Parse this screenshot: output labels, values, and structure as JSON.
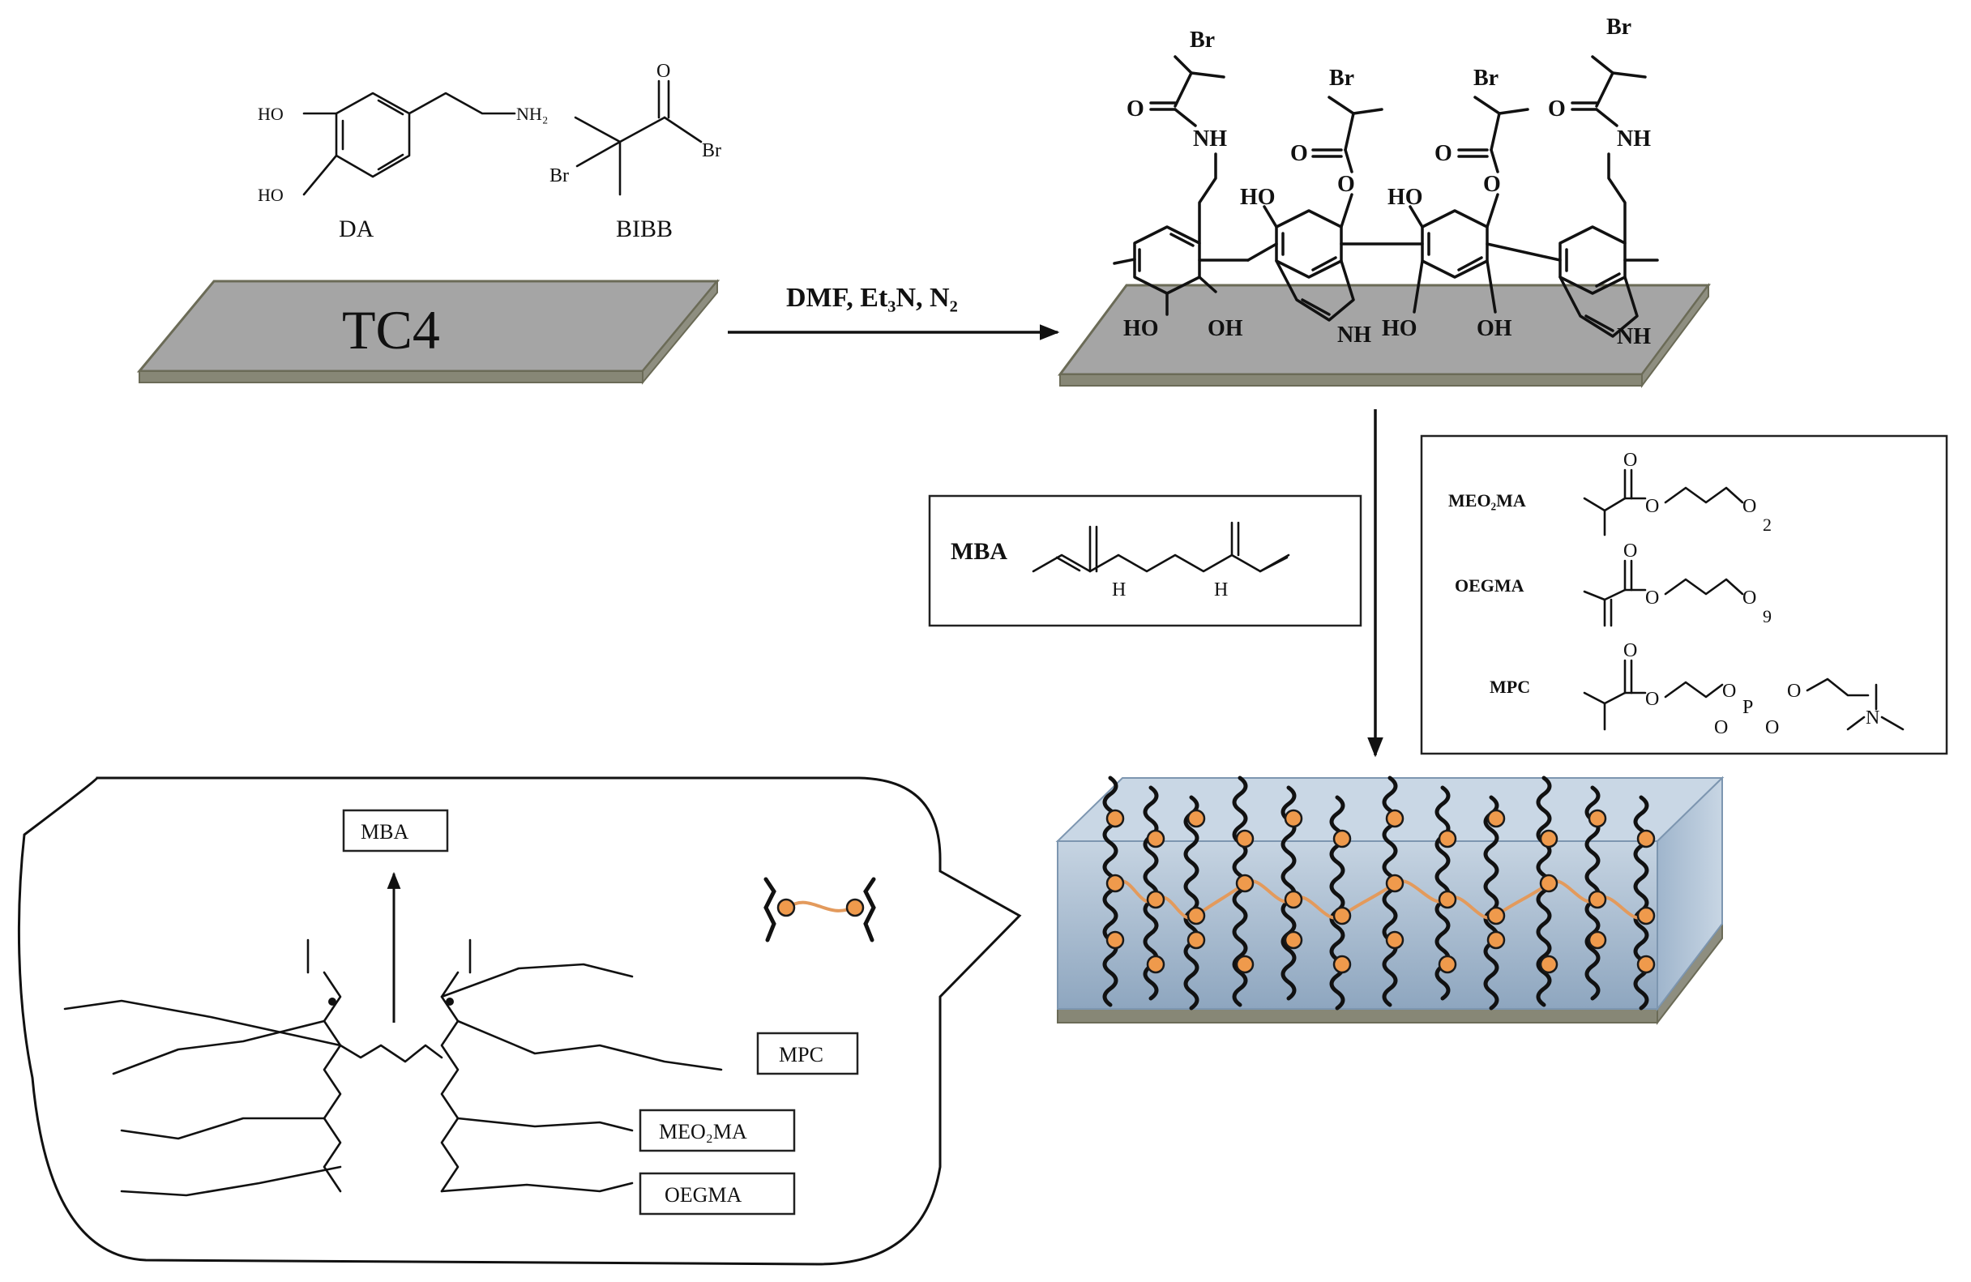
{
  "top": {
    "da_label": "DA",
    "bibb_label": "BIBB",
    "substrate_label": "TC4",
    "reaction_conditions": "DMF, Et₃N, N₂",
    "atoms": {
      "br": "Br",
      "o": "O",
      "nh": "NH",
      "ho": "HO",
      "oh": "OH",
      "nh2": "NH₂"
    }
  },
  "mba_box": {
    "label": "MBA",
    "h": "H"
  },
  "monomer_box": {
    "meo2ma": "MEO₂MA",
    "oegma": "OEGMA",
    "mpc": "MPC",
    "sub_2": "2",
    "sub_9": "9",
    "o": "O",
    "p": "P",
    "n": "N"
  },
  "callout": {
    "mba": "MBA",
    "mpc": "MPC",
    "meo2ma": "MEO₂MA",
    "oegma": "OEGMA"
  },
  "colors": {
    "substrate": "#a5a5a5",
    "substrate_edge": "#6b6b57",
    "hydrogel": "#a9bfd6",
    "crosslink": "#e39a5c",
    "bead": "#ef9a4c"
  }
}
